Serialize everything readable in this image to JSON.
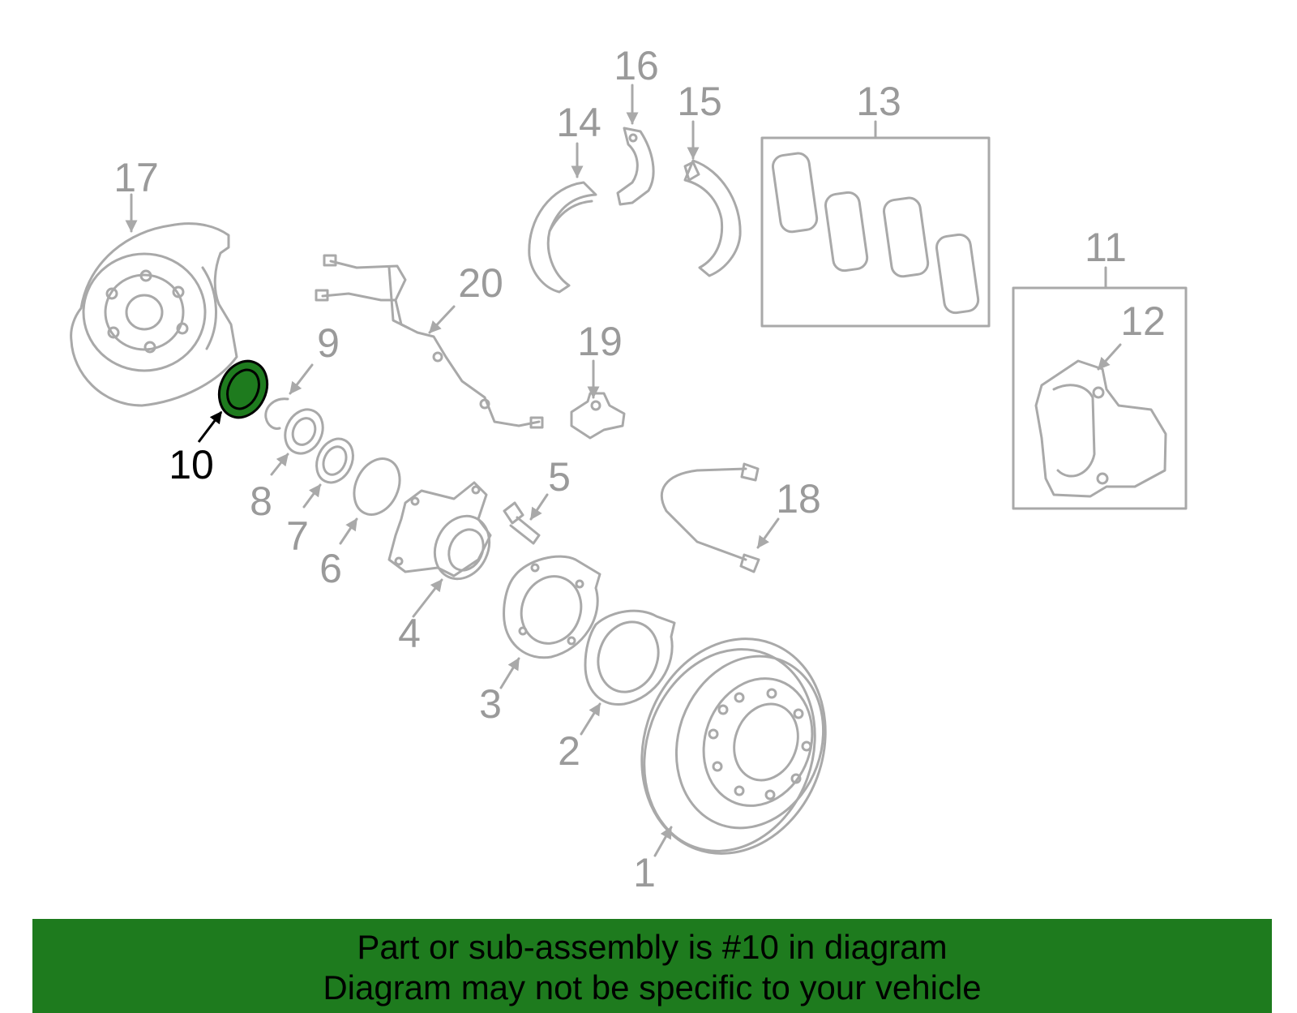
{
  "diagram": {
    "highlighted_part": "10",
    "callouts": {
      "p1": "1",
      "p2": "2",
      "p3": "3",
      "p4": "4",
      "p5": "5",
      "p6": "6",
      "p7": "7",
      "p8": "8",
      "p9": "9",
      "p10": "10",
      "p11": "11",
      "p12": "12",
      "p13": "13",
      "p14": "14",
      "p15": "15",
      "p16": "16",
      "p17": "17",
      "p18": "18",
      "p19": "19",
      "p20": "20"
    },
    "colors": {
      "highlight": "#1e7b1e",
      "line_art": "#a9a9a9",
      "banner": "#1e7b1e"
    }
  },
  "banner": {
    "line1": "Part or sub-assembly is #10 in diagram",
    "line2": "Diagram may not be specific to your vehicle"
  }
}
